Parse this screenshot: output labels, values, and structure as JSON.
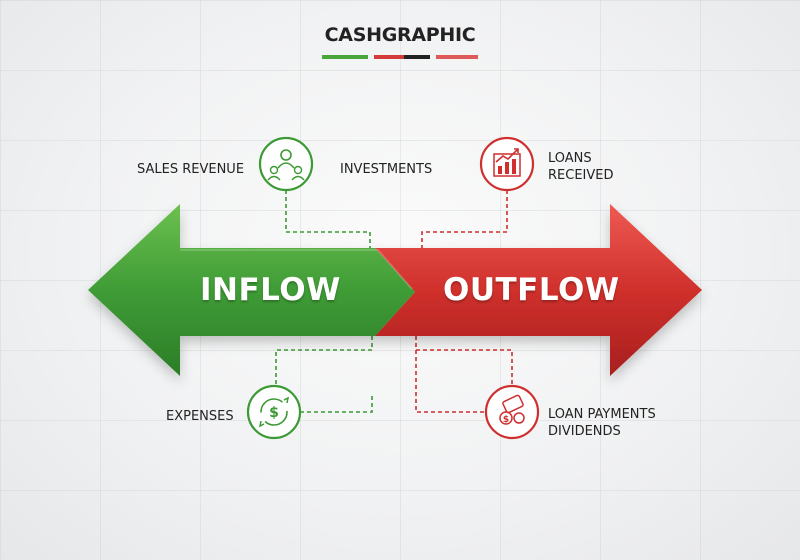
{
  "title": {
    "part1": "CASH",
    "part2": "GRAPHIC",
    "bar_colors": [
      "#4aa63c",
      "#d43a3a",
      "#222222",
      "#e05a5a"
    ]
  },
  "colors": {
    "inflow": "#3c9a35",
    "outflow": "#cf2f2f"
  },
  "arrows": {
    "inflow": "INFLOW",
    "outflow": "OUTFLOW"
  },
  "labels": {
    "sales_revenue": "SALES REVENUE",
    "investments": "INVESTMENTS",
    "loans_line1": "LOANS",
    "loans_line2": "RECEIVED",
    "expenses": "EXPENSES",
    "loan_payments": "LOAN PAYMENTS",
    "dividends": "DIVIDENDS"
  },
  "icons": {
    "sales": "people-network-icon",
    "loans": "growth-chart-icon",
    "expenses": "money-cycle-icon",
    "payments": "cash-coins-icon"
  }
}
